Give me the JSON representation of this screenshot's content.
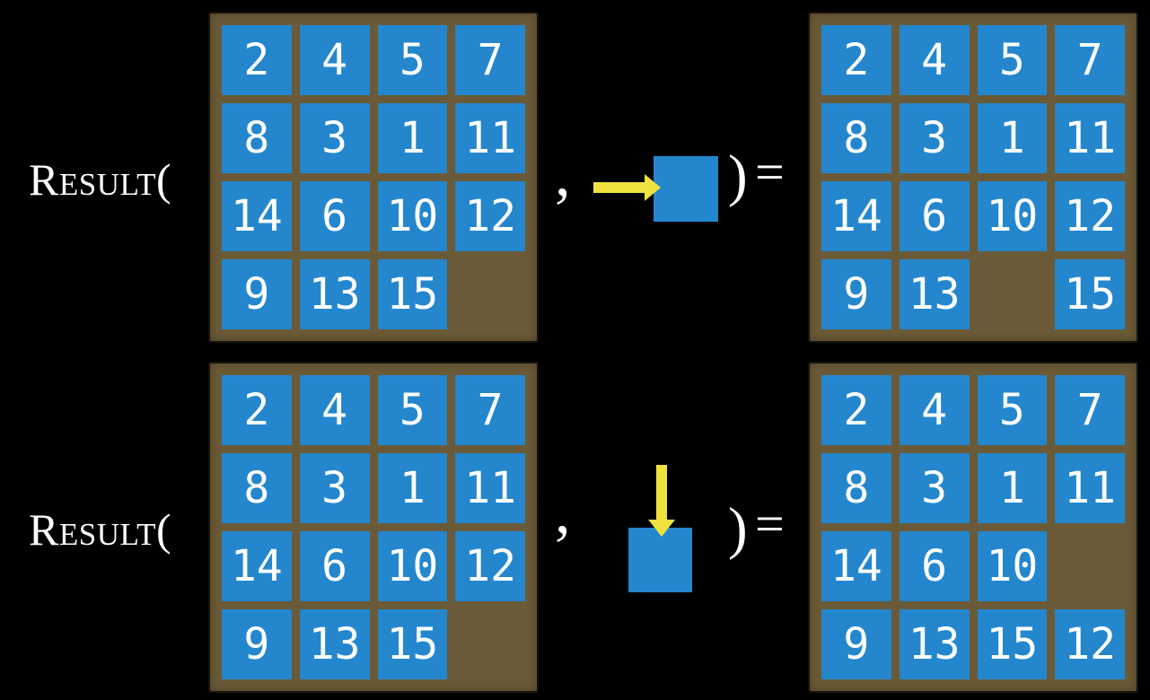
{
  "colors": {
    "background": "#000000",
    "tile_blue": "#2487CE",
    "frame_brown": "#6A5A37",
    "arrow_yellow": "#F0E23E",
    "text_white": "#FFFFFF"
  },
  "equations": [
    {
      "function_name": "Result",
      "open_paren": "(",
      "comma": ",",
      "close_paren": ")",
      "equals_sign": "=",
      "arrow_direction": "right",
      "input_grid": {
        "rows": 4,
        "cols": 4,
        "cells": [
          2,
          4,
          5,
          7,
          8,
          3,
          1,
          11,
          14,
          6,
          10,
          12,
          9,
          13,
          15,
          null
        ]
      },
      "output_grid": {
        "rows": 4,
        "cols": 4,
        "cells": [
          2,
          4,
          5,
          7,
          8,
          3,
          1,
          11,
          14,
          6,
          10,
          12,
          9,
          13,
          null,
          15
        ]
      }
    },
    {
      "function_name": "Result",
      "open_paren": "(",
      "comma": ",",
      "close_paren": ")",
      "equals_sign": "=",
      "arrow_direction": "down",
      "input_grid": {
        "rows": 4,
        "cols": 4,
        "cells": [
          2,
          4,
          5,
          7,
          8,
          3,
          1,
          11,
          14,
          6,
          10,
          12,
          9,
          13,
          15,
          null
        ]
      },
      "output_grid": {
        "rows": 4,
        "cols": 4,
        "cells": [
          2,
          4,
          5,
          7,
          8,
          3,
          1,
          11,
          14,
          6,
          10,
          null,
          9,
          13,
          15,
          12
        ]
      }
    }
  ]
}
